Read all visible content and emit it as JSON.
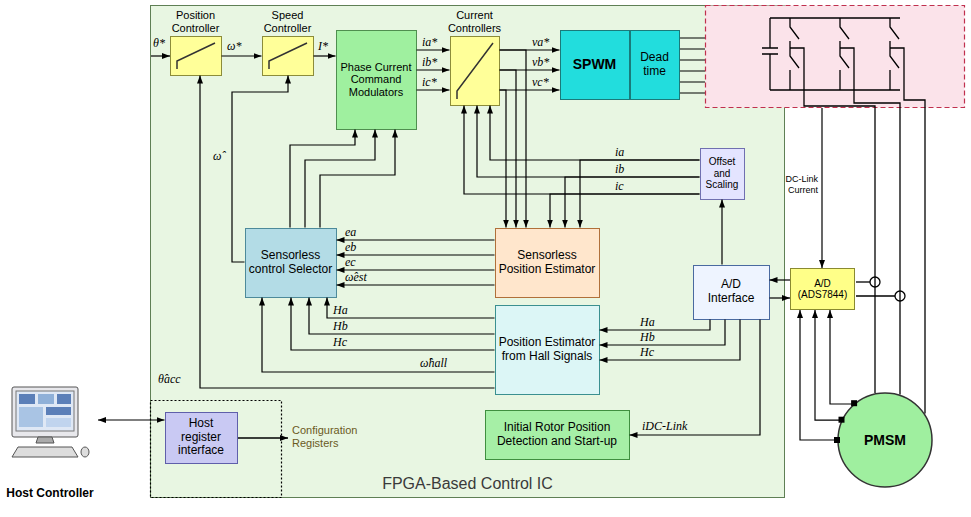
{
  "diagram": {
    "nodes": [
      {
        "text": [
          "FPGA-Based Control IC"
        ]
      },
      {
        "text": [
          "Position Controller"
        ],
        "in": 0
      },
      {
        "text": [
          "Speed Controller"
        ],
        "in": 0
      },
      {
        "text": [
          "Phase Current Command Modulators"
        ],
        "in": 0
      },
      {
        "text": [
          "Current Controllers"
        ],
        "in": 0
      },
      {
        "text": [
          "SPWM"
        ],
        "in": 0
      },
      {
        "text": [
          "Dead time"
        ],
        "in": 0
      },
      {
        "text": [
          "Offset and Scaling"
        ],
        "in": 0
      },
      {
        "text": [
          "Sensorless control Selector"
        ],
        "in": 0
      },
      {
        "text": [
          "Sensorless Position Estimator"
        ],
        "in": 0
      },
      {
        "text": [
          "A/D Interface"
        ],
        "in": 0
      },
      {
        "text": [
          "Position Estimator from Hall Signals"
        ],
        "in": 0
      },
      {
        "text": [
          "Initial Rotor Position Detection and Start-up"
        ],
        "in": 0
      },
      {
        "text": [
          "Host register interface"
        ],
        "in": 0
      },
      {
        "text": [
          "A/D (ADS7844)"
        ]
      },
      {
        "text": [
          "PMSM"
        ]
      },
      {
        "text": [
          "Host Controller"
        ]
      }
    ],
    "edges": [
      {
        "from": 1,
        "to": 2,
        "arrow": "to",
        "label": "ω*"
      },
      {
        "from": 2,
        "to": 3,
        "arrow": "to",
        "label": "I*"
      },
      {
        "from": 3,
        "to": 4,
        "arrow": "to",
        "label": "ia*"
      },
      {
        "from": 3,
        "to": 4,
        "arrow": "to",
        "label": "ib*"
      },
      {
        "from": 3,
        "to": 4,
        "arrow": "to",
        "label": "ic*"
      },
      {
        "from": 4,
        "to": 5,
        "arrow": "to",
        "label": "va*"
      },
      {
        "from": 4,
        "to": 5,
        "arrow": "to",
        "label": "vb*"
      },
      {
        "from": 4,
        "to": 5,
        "arrow": "to",
        "label": "vc*"
      },
      {
        "from": 4,
        "to": 9,
        "arrow": "to"
      },
      {
        "from": 4,
        "to": 9,
        "arrow": "to"
      },
      {
        "from": 4,
        "to": 9,
        "arrow": "to"
      },
      {
        "from": 7,
        "to": 4,
        "arrow": "to",
        "label": "ia"
      },
      {
        "from": 7,
        "to": 4,
        "arrow": "to",
        "label": "ib"
      },
      {
        "from": 7,
        "to": 4,
        "arrow": "to",
        "label": "ic"
      },
      {
        "from": 7,
        "to": 9,
        "arrow": "to"
      },
      {
        "from": 7,
        "to": 9,
        "arrow": "to"
      },
      {
        "from": 7,
        "to": 9,
        "arrow": "to"
      },
      {
        "from": 10,
        "to": 7,
        "arrow": "to"
      },
      {
        "from": 9,
        "to": 8,
        "arrow": "to",
        "label": "ea"
      },
      {
        "from": 9,
        "to": 8,
        "arrow": "to",
        "label": "eb"
      },
      {
        "from": 9,
        "to": 8,
        "arrow": "to",
        "label": "ec"
      },
      {
        "from": 9,
        "to": 8,
        "arrow": "to",
        "label": "ω̂est"
      },
      {
        "from": 8,
        "to": 3,
        "arrow": "to"
      },
      {
        "from": 8,
        "to": 3,
        "arrow": "to"
      },
      {
        "from": 8,
        "to": 3,
        "arrow": "to"
      },
      {
        "from": 8,
        "to": 2,
        "arrow": "to",
        "label": "ω̂"
      },
      {
        "from": 11,
        "to": 8,
        "arrow": "to",
        "label": "Ha"
      },
      {
        "from": 11,
        "to": 8,
        "arrow": "to",
        "label": "Hb"
      },
      {
        "from": 11,
        "to": 8,
        "arrow": "to",
        "label": "Hc"
      },
      {
        "from": 11,
        "to": 8,
        "arrow": "to",
        "label": "ω̂hall"
      },
      {
        "from": 11,
        "to": 1,
        "arrow": "to",
        "label": "θ̂acc"
      },
      {
        "from": 10,
        "to": 11,
        "arrow": "to",
        "label": "Ha"
      },
      {
        "from": 10,
        "to": 11,
        "arrow": "to",
        "label": "Hb"
      },
      {
        "from": 10,
        "to": 11,
        "arrow": "to",
        "label": "Hc"
      },
      {
        "from": 10,
        "to": 12,
        "arrow": "to",
        "label": "iDC-Link"
      },
      {
        "from": 14,
        "to": 10,
        "arrow": "to"
      },
      {
        "from": 10,
        "to": 14,
        "arrow": "to"
      },
      {
        "from": 15,
        "to": 14,
        "arrow": "to"
      },
      {
        "from": 15,
        "to": 14,
        "arrow": "to"
      },
      {
        "from": 15,
        "to": 14,
        "arrow": "to"
      },
      {
        "from": 16,
        "to": 13,
        "arrow": "both"
      }
    ],
    "labels": [
      "θ*",
      "DC-Link Current",
      "Configuration Registers"
    ]
  }
}
